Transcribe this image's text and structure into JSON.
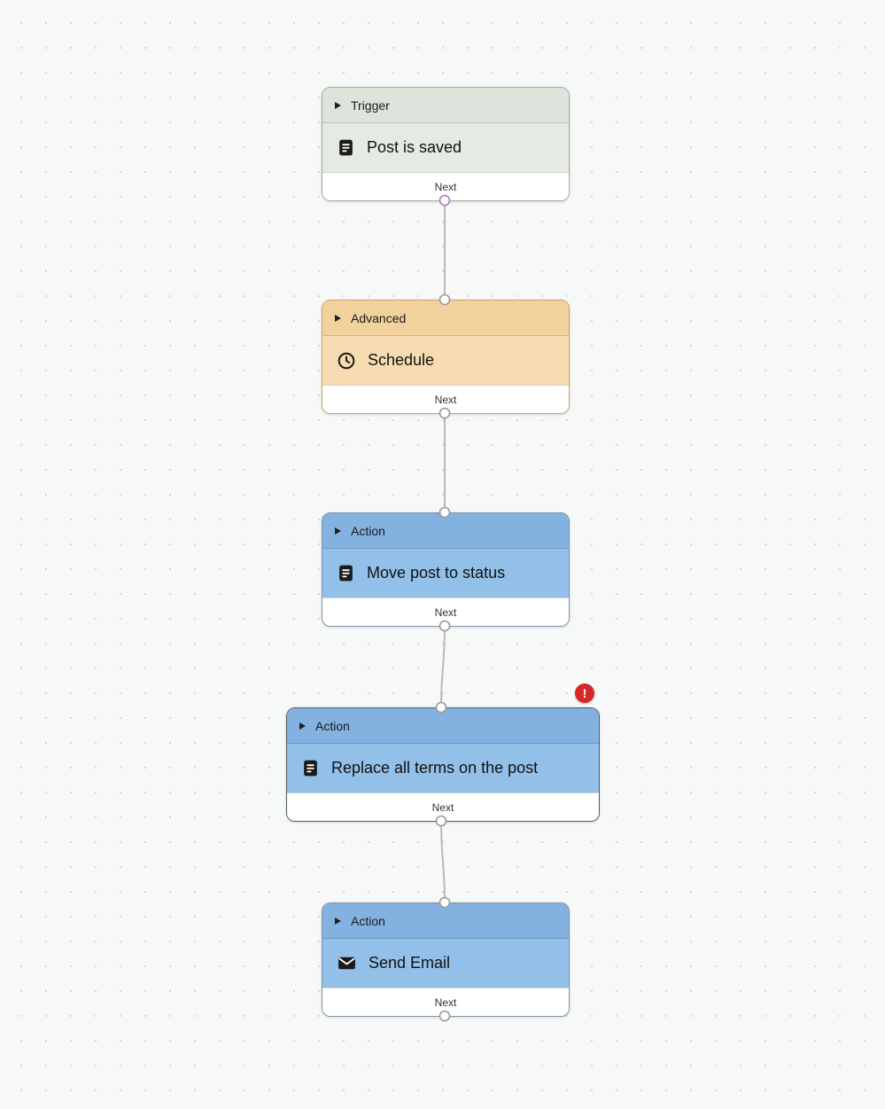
{
  "canvas": {
    "background": "#f7f8f8",
    "dot_color": "#d5d5d5"
  },
  "nodes": [
    {
      "type": "trigger",
      "category": "Trigger",
      "title": "Post is saved",
      "icon": "post-document-icon",
      "footer_label": "Next",
      "colors": {
        "header": "#dde4db",
        "body": "#e5eae2",
        "border": "#9fae9e"
      }
    },
    {
      "type": "advanced",
      "category": "Advanced",
      "title": "Schedule",
      "icon": "clock-icon",
      "footer_label": "Next",
      "colors": {
        "header": "#f2d29c",
        "body": "#f6dcb0",
        "border": "#c3a26a"
      }
    },
    {
      "type": "action",
      "category": "Action",
      "title": "Move post to status",
      "icon": "post-document-icon",
      "footer_label": "Next",
      "colors": {
        "header": "#83b2e0",
        "body": "#92c0e8",
        "border": "#7b94a9"
      }
    },
    {
      "type": "action",
      "category": "Action",
      "title": "Replace all terms on the post",
      "icon": "post-document-icon",
      "footer_label": "Next",
      "has_error": true,
      "colors": {
        "header": "#83b2e0",
        "body": "#92c0e8",
        "border": "#4d5b66"
      }
    },
    {
      "type": "action",
      "category": "Action",
      "title": "Send Email",
      "icon": "email-icon",
      "footer_label": "Next",
      "colors": {
        "header": "#83b2e0",
        "body": "#92c0e8",
        "border": "#7b94a9"
      }
    }
  ],
  "error_badge": {
    "symbol": "!",
    "color": "#d62828"
  }
}
